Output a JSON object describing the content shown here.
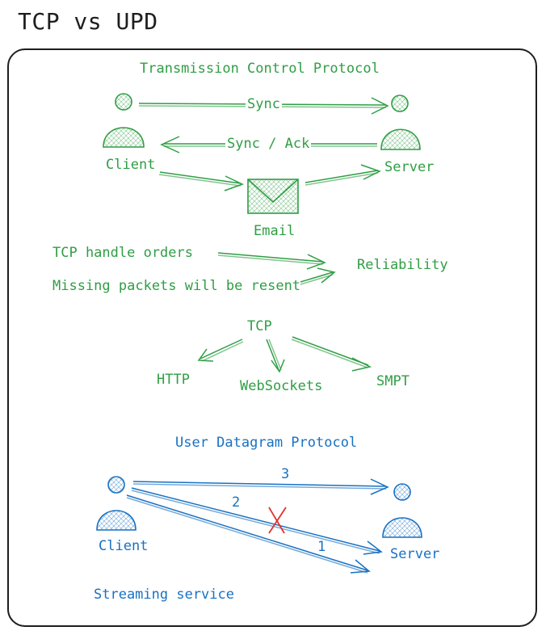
{
  "title": "TCP vs UPD",
  "colors": {
    "tcp": "#2f9e44",
    "udp": "#1971c2",
    "lost": "#e03131",
    "frame": "#1e1e1e"
  },
  "tcp": {
    "heading": "Transmission Control Protocol",
    "sync_label": "Sync",
    "sync_ack_label": "Sync / Ack",
    "client_label": "Client",
    "server_label": "Server",
    "email_label": "Email",
    "handle_orders": "TCP handle orders",
    "missing_packets": "Missing packets will be resent",
    "reliability": "Reliability",
    "root_label": "TCP",
    "children": [
      "HTTP",
      "WebSockets",
      "SMPT"
    ]
  },
  "udp": {
    "heading": "User Datagram Protocol",
    "client_label": "Client",
    "server_label": "Server",
    "packet_labels": [
      "3",
      "2",
      "1"
    ],
    "lost_marker": "X",
    "use_case": "Streaming service"
  },
  "icons": {
    "person": "person-icon",
    "email": "envelope-icon"
  }
}
